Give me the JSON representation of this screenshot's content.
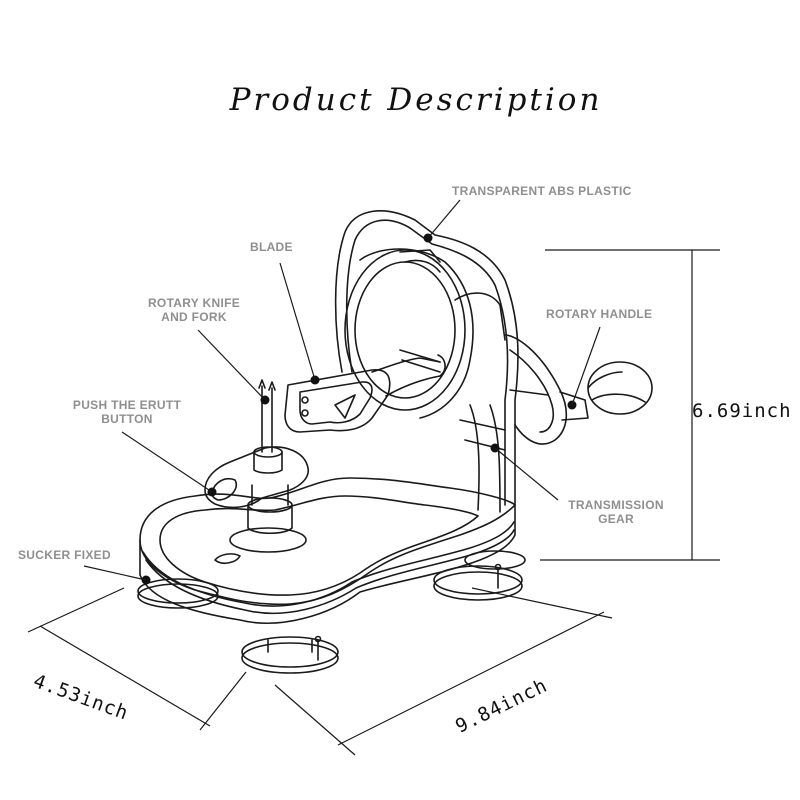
{
  "title": "Product Description",
  "labels": {
    "transparent_abs_plastic": "TRANSPARENT ABS PLASTIC",
    "blade": "BLADE",
    "rotary_knife_and_fork_line1": "ROTARY KNIFE",
    "rotary_knife_and_fork_line2": "AND FORK",
    "rotary_handle": "ROTARY HANDLE",
    "push_button_line1": "PUSH THE ERUTT",
    "push_button_line2": "BUTTON",
    "transmission_gear_line1": "TRANSMISSION",
    "transmission_gear_line2": "GEAR",
    "sucker_fixed": "SUCKER FIXED"
  },
  "dimensions": {
    "height": "6.69inch",
    "width": "4.53inch",
    "length": "9.84inch"
  },
  "colors": {
    "label_gray": "#8f8f8f",
    "line": "#1a1a1a"
  }
}
